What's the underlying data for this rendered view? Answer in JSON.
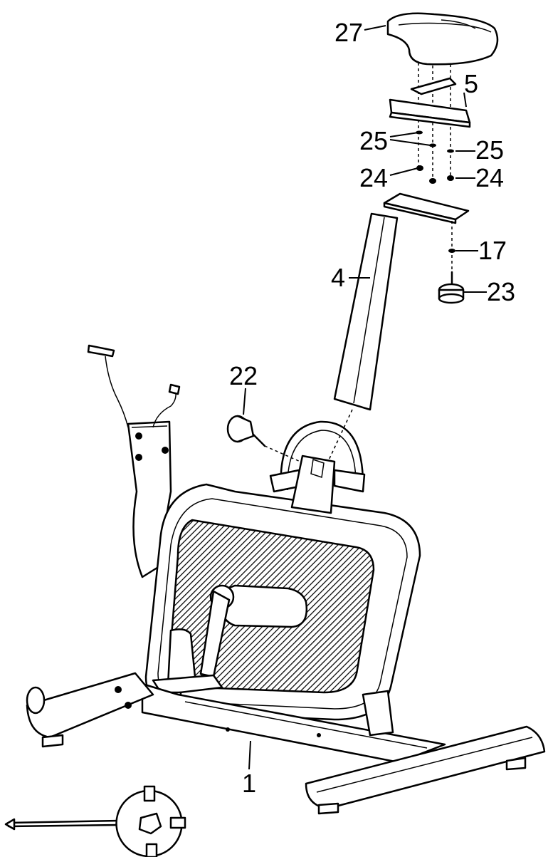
{
  "diagram": {
    "callouts": [
      {
        "id": "27",
        "label": "27"
      },
      {
        "id": "5",
        "label": "5"
      },
      {
        "id": "25a",
        "label": "25"
      },
      {
        "id": "25b",
        "label": "25"
      },
      {
        "id": "24a",
        "label": "24"
      },
      {
        "id": "24b",
        "label": "24"
      },
      {
        "id": "17",
        "label": "17"
      },
      {
        "id": "4",
        "label": "4"
      },
      {
        "id": "23",
        "label": "23"
      },
      {
        "id": "22",
        "label": "22"
      },
      {
        "id": "1",
        "label": "1"
      }
    ],
    "colors": {
      "line": "#000000",
      "background": "#ffffff",
      "hatch": "#000000"
    }
  }
}
